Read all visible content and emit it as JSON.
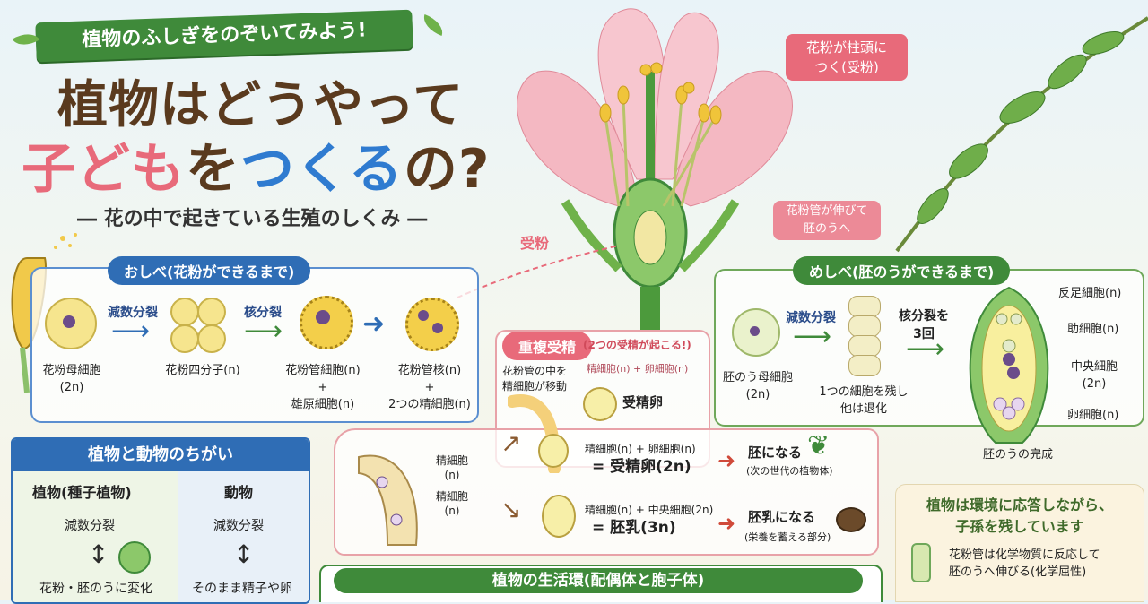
{
  "header": {
    "banner": "植物のふしぎをのぞいてみよう!",
    "title_line1": "植物はどうやって",
    "title_line2_a": "子ども",
    "title_line2_b": "を",
    "title_line2_c": "つくる",
    "title_line2_d": "の?",
    "subtitle": "― 花の中で起きている生殖のしくみ ―"
  },
  "flower": {
    "callout_pollination": "花粉が柱頭に\nつく(受粉)",
    "callout_tube": "花粉管が伸びて\n胚のうへ",
    "pollination_label": "受粉"
  },
  "stamen": {
    "title": "おしべ(花粉ができるまで)",
    "steps": [
      "花粉母細胞\n(2n)",
      "花粉四分子(n)",
      "花粉管細胞(n)\n+\n雄原細胞(n)",
      "花粉管核(n)\n+\n2つの精細胞(n)"
    ],
    "arrows": [
      "減数分裂",
      "核分裂",
      ""
    ]
  },
  "pistil": {
    "title": "めしべ(胚のうができるまで)",
    "steps": [
      "胚のう母細胞\n(2n)",
      "1つの細胞を残し\n他は退化",
      "胚のうの完成"
    ],
    "arrows": [
      "減数分裂",
      "核分裂を\n3回"
    ],
    "parts": [
      "反足細胞(n)",
      "助細胞(n)",
      "中央細胞\n(2n)",
      "卵細胞(n)"
    ]
  },
  "double_fert": {
    "title": "重複受精",
    "note": "(2つの受精が起こる!)",
    "tube_note": "花粉管の中を\n精細胞が移動",
    "top_small": "精細胞(n) + 卵細胞(n)",
    "top_small2": "受精卵",
    "sperm1": "精細胞\n(n)",
    "sperm2": "精細胞\n(n)",
    "eq1": "精細胞(n) + 卵細胞(n)",
    "res1": "= 受精卵(2n)",
    "out1": "胚になる",
    "out1_sub": "(次の世代の植物体)",
    "eq2": "精細胞(n) + 中央細胞(2n)",
    "res2": "= 胚乳(3n)",
    "out2": "胚乳になる",
    "out2_sub": "(栄養を蓄える部分)"
  },
  "compare": {
    "title": "植物と動物のちがい",
    "col1": "植物(種子植物)",
    "col2": "動物",
    "row1": "減数分裂",
    "row2_plant": "花粉・胚のうに変化",
    "row2_animal": "そのまま精子や卵"
  },
  "lifecycle": {
    "title": "植物の生活環(配偶体と胞子体)"
  },
  "response": {
    "title": "植物は環境に応答しながら、\n子孫を残しています",
    "item1": "花粉管は化学物質に反応して\n胚のうへ伸びる(化学屈性)"
  },
  "colors": {
    "green": "#3f8a3a",
    "blue": "#2f6db5",
    "pink": "#e86a7a",
    "pollen": "#f3d763"
  }
}
